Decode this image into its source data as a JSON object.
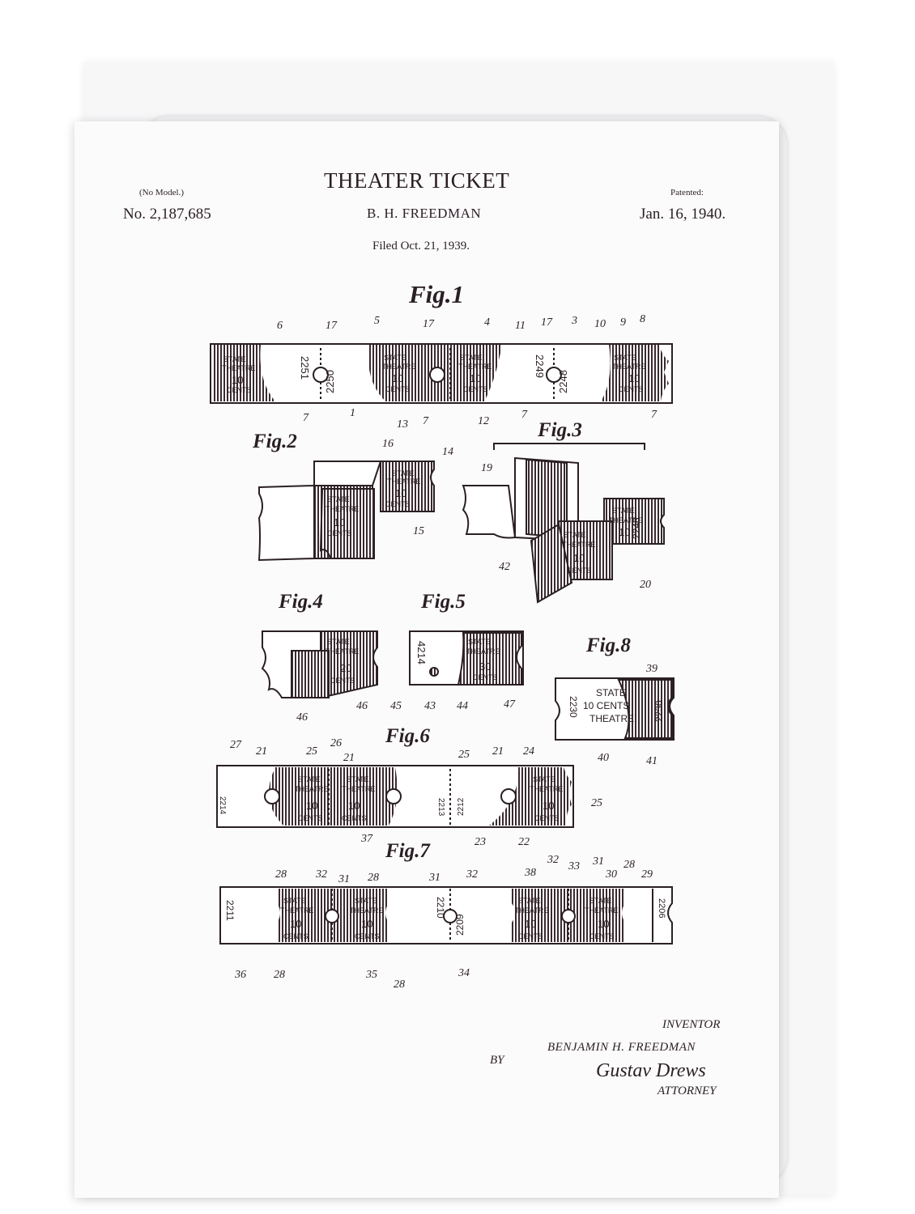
{
  "header": {
    "title": "THEATER TICKET",
    "no_model": "(No Model.)",
    "patent_number": "No. 2,187,685",
    "inventor": "B. H. FREEDMAN",
    "patented_label": "Patented:",
    "patent_date": "Jan. 16, 1940.",
    "filed": "Filed Oct. 21, 1939."
  },
  "figures": {
    "fig1": "Fig.1",
    "fig2": "Fig.2",
    "fig3": "Fig.3",
    "fig4": "Fig.4",
    "fig5": "Fig.5",
    "fig6": "Fig.6",
    "fig7": "Fig.7",
    "fig8": "Fig.8"
  },
  "ticket_text": {
    "state": "STATE",
    "theatre": "THEATRE",
    "ten_cents": "10",
    "twenty_cents": "20",
    "thirty_cents": "30",
    "cents": "CENTS",
    "fig8_line2": "10 CENTS"
  },
  "serials": {
    "s2251": "2251",
    "s2250": "2250",
    "s2249": "2249",
    "s2248": "2248",
    "s4214": "4214",
    "s2230": "2230",
    "s2214": "2214",
    "s2213": "2213",
    "s2212": "2212",
    "s2211": "2211",
    "s2210": "2210",
    "s2209": "2209",
    "s2206": "2206"
  },
  "reference_numerals": {
    "fig1": [
      "6",
      "17",
      "5",
      "17",
      "4",
      "11",
      "17",
      "3",
      "10",
      "9",
      "8",
      "7",
      "1",
      "13",
      "7",
      "12",
      "7",
      "7"
    ],
    "fig2": [
      "16",
      "14",
      "15"
    ],
    "fig3": [
      "19",
      "42",
      "20"
    ],
    "fig4": [
      "46",
      "46"
    ],
    "fig5": [
      "45",
      "43",
      "44",
      "47"
    ],
    "fig8": [
      "39",
      "40",
      "41"
    ],
    "fig6": [
      "27",
      "21",
      "25",
      "26",
      "21",
      "25",
      "21",
      "24",
      "25",
      "37",
      "23",
      "22"
    ],
    "fig7": [
      "28",
      "32",
      "31",
      "28",
      "31",
      "32",
      "38",
      "32",
      "33",
      "31",
      "30",
      "28",
      "29",
      "36",
      "28",
      "35",
      "28",
      "34"
    ]
  },
  "footer": {
    "inventor_label": "INVENTOR",
    "inventor_signature": "BENJAMIN H. FREEDMAN",
    "by": "BY",
    "attorney_signature": "Gustav Drews",
    "attorney_label": "ATTORNEY"
  }
}
